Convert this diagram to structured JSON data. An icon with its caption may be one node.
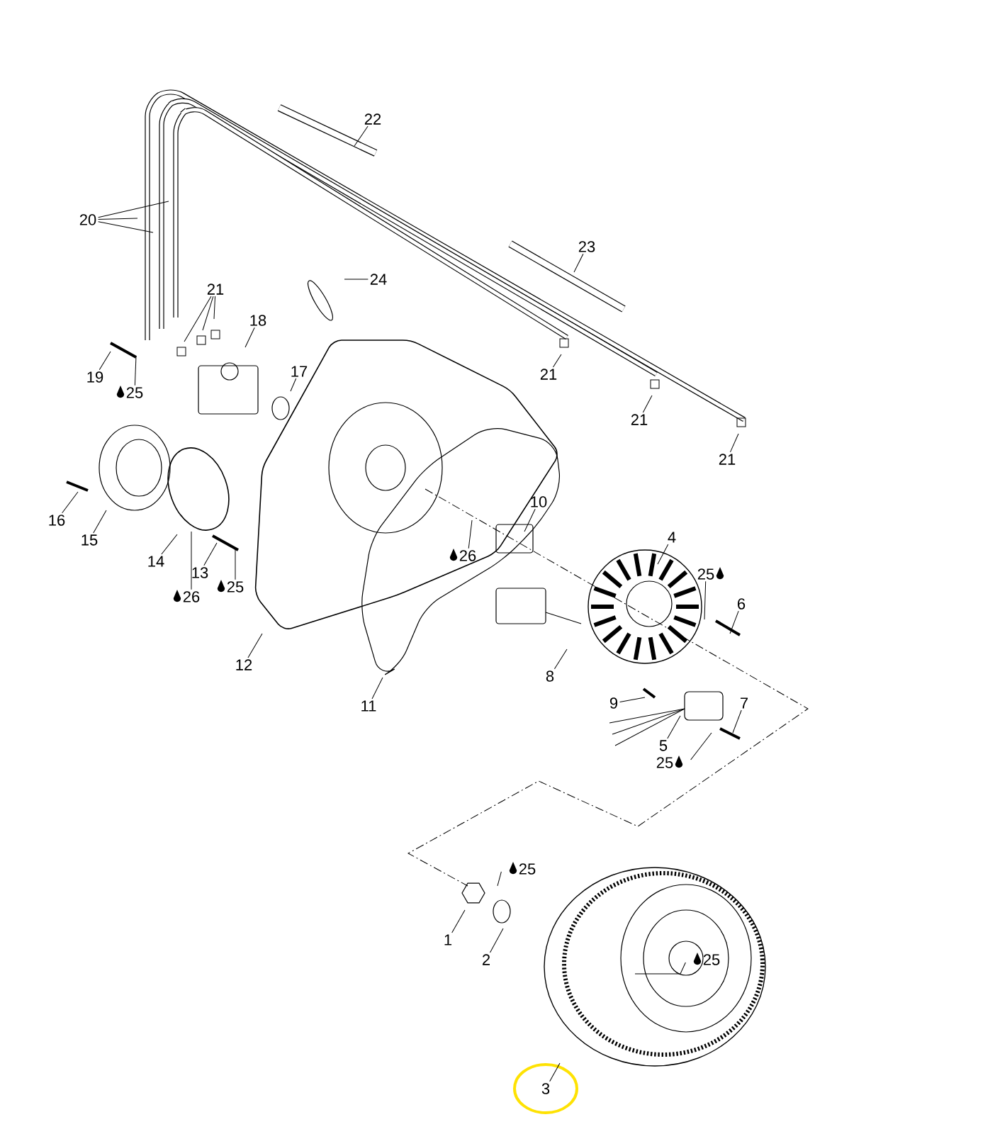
{
  "diagram": {
    "nodes": [
      {
        "text": [
          "22"
        ]
      },
      {
        "text": [
          "20"
        ]
      },
      {
        "text": [
          "23"
        ]
      },
      {
        "text": [
          "24"
        ]
      },
      {
        "text": [
          "21"
        ]
      },
      {
        "text": [
          "18"
        ]
      },
      {
        "text": [
          "17"
        ]
      },
      {
        "text": [
          "21"
        ]
      },
      {
        "text": [
          "19"
        ]
      },
      {
        "text": [
          "25"
        ]
      },
      {
        "text": [
          "21"
        ]
      },
      {
        "text": [
          "21"
        ]
      },
      {
        "text": [
          "10"
        ]
      },
      {
        "text": [
          "16"
        ]
      },
      {
        "text": [
          "4"
        ]
      },
      {
        "text": [
          "15"
        ]
      },
      {
        "text": [
          "26"
        ]
      },
      {
        "text": [
          "14"
        ]
      },
      {
        "text": [
          "13"
        ]
      },
      {
        "text": [
          "25"
        ]
      },
      {
        "text": [
          "25"
        ]
      },
      {
        "text": [
          "26"
        ]
      },
      {
        "text": [
          "6"
        ]
      },
      {
        "text": [
          "12"
        ]
      },
      {
        "text": [
          "8"
        ]
      },
      {
        "text": [
          "9"
        ]
      },
      {
        "text": [
          "7"
        ]
      },
      {
        "text": [
          "11"
        ]
      },
      {
        "text": [
          "5"
        ]
      },
      {
        "text": [
          "25"
        ]
      },
      {
        "text": [
          "25"
        ]
      },
      {
        "text": [
          "1"
        ]
      },
      {
        "text": [
          "2"
        ]
      },
      {
        "text": [
          "25"
        ]
      },
      {
        "text": [
          "3"
        ]
      }
    ],
    "edges": [
      {
        "from": 0,
        "to": null,
        "arrow": "none"
      },
      {
        "from": 1,
        "to": null,
        "arrow": "none"
      },
      {
        "from": 1,
        "to": null,
        "arrow": "none"
      },
      {
        "from": 1,
        "to": null,
        "arrow": "none"
      },
      {
        "from": 2,
        "to": null,
        "arrow": "none"
      },
      {
        "from": 3,
        "to": null,
        "arrow": "none"
      },
      {
        "from": 4,
        "to": null,
        "arrow": "none"
      },
      {
        "from": 4,
        "to": null,
        "arrow": "none"
      },
      {
        "from": 4,
        "to": null,
        "arrow": "none"
      },
      {
        "from": 5,
        "to": null,
        "arrow": "none"
      },
      {
        "from": 6,
        "to": null,
        "arrow": "none"
      },
      {
        "from": 7,
        "to": null,
        "arrow": "none"
      },
      {
        "from": 8,
        "to": null,
        "arrow": "none"
      },
      {
        "from": 9,
        "to": null,
        "arrow": "none"
      },
      {
        "from": 10,
        "to": null,
        "arrow": "none"
      },
      {
        "from": 11,
        "to": null,
        "arrow": "none"
      },
      {
        "from": 12,
        "to": null,
        "arrow": "none"
      },
      {
        "from": 13,
        "to": null,
        "arrow": "none"
      },
      {
        "from": 14,
        "to": null,
        "arrow": "none"
      },
      {
        "from": 15,
        "to": null,
        "arrow": "none"
      },
      {
        "from": 16,
        "to": null,
        "arrow": "none"
      },
      {
        "from": 17,
        "to": null,
        "arrow": "none"
      },
      {
        "from": 18,
        "to": null,
        "arrow": "none"
      },
      {
        "from": 19,
        "to": null,
        "arrow": "none"
      },
      {
        "from": 20,
        "to": null,
        "arrow": "none"
      },
      {
        "from": 21,
        "to": null,
        "arrow": "none"
      },
      {
        "from": 22,
        "to": null,
        "arrow": "none"
      },
      {
        "from": 23,
        "to": null,
        "arrow": "none"
      },
      {
        "from": 24,
        "to": null,
        "arrow": "none"
      },
      {
        "from": 25,
        "to": null,
        "arrow": "none"
      },
      {
        "from": 26,
        "to": null,
        "arrow": "none"
      },
      {
        "from": 27,
        "to": null,
        "arrow": "none"
      },
      {
        "from": 28,
        "to": null,
        "arrow": "none"
      },
      {
        "from": 29,
        "to": null,
        "arrow": "none"
      },
      {
        "from": 30,
        "to": null,
        "arrow": "none"
      },
      {
        "from": 31,
        "to": null,
        "arrow": "none"
      },
      {
        "from": 32,
        "to": null,
        "arrow": "none"
      },
      {
        "from": 33,
        "to": null,
        "arrow": "none"
      },
      {
        "from": 34,
        "to": null,
        "arrow": "none"
      }
    ]
  }
}
